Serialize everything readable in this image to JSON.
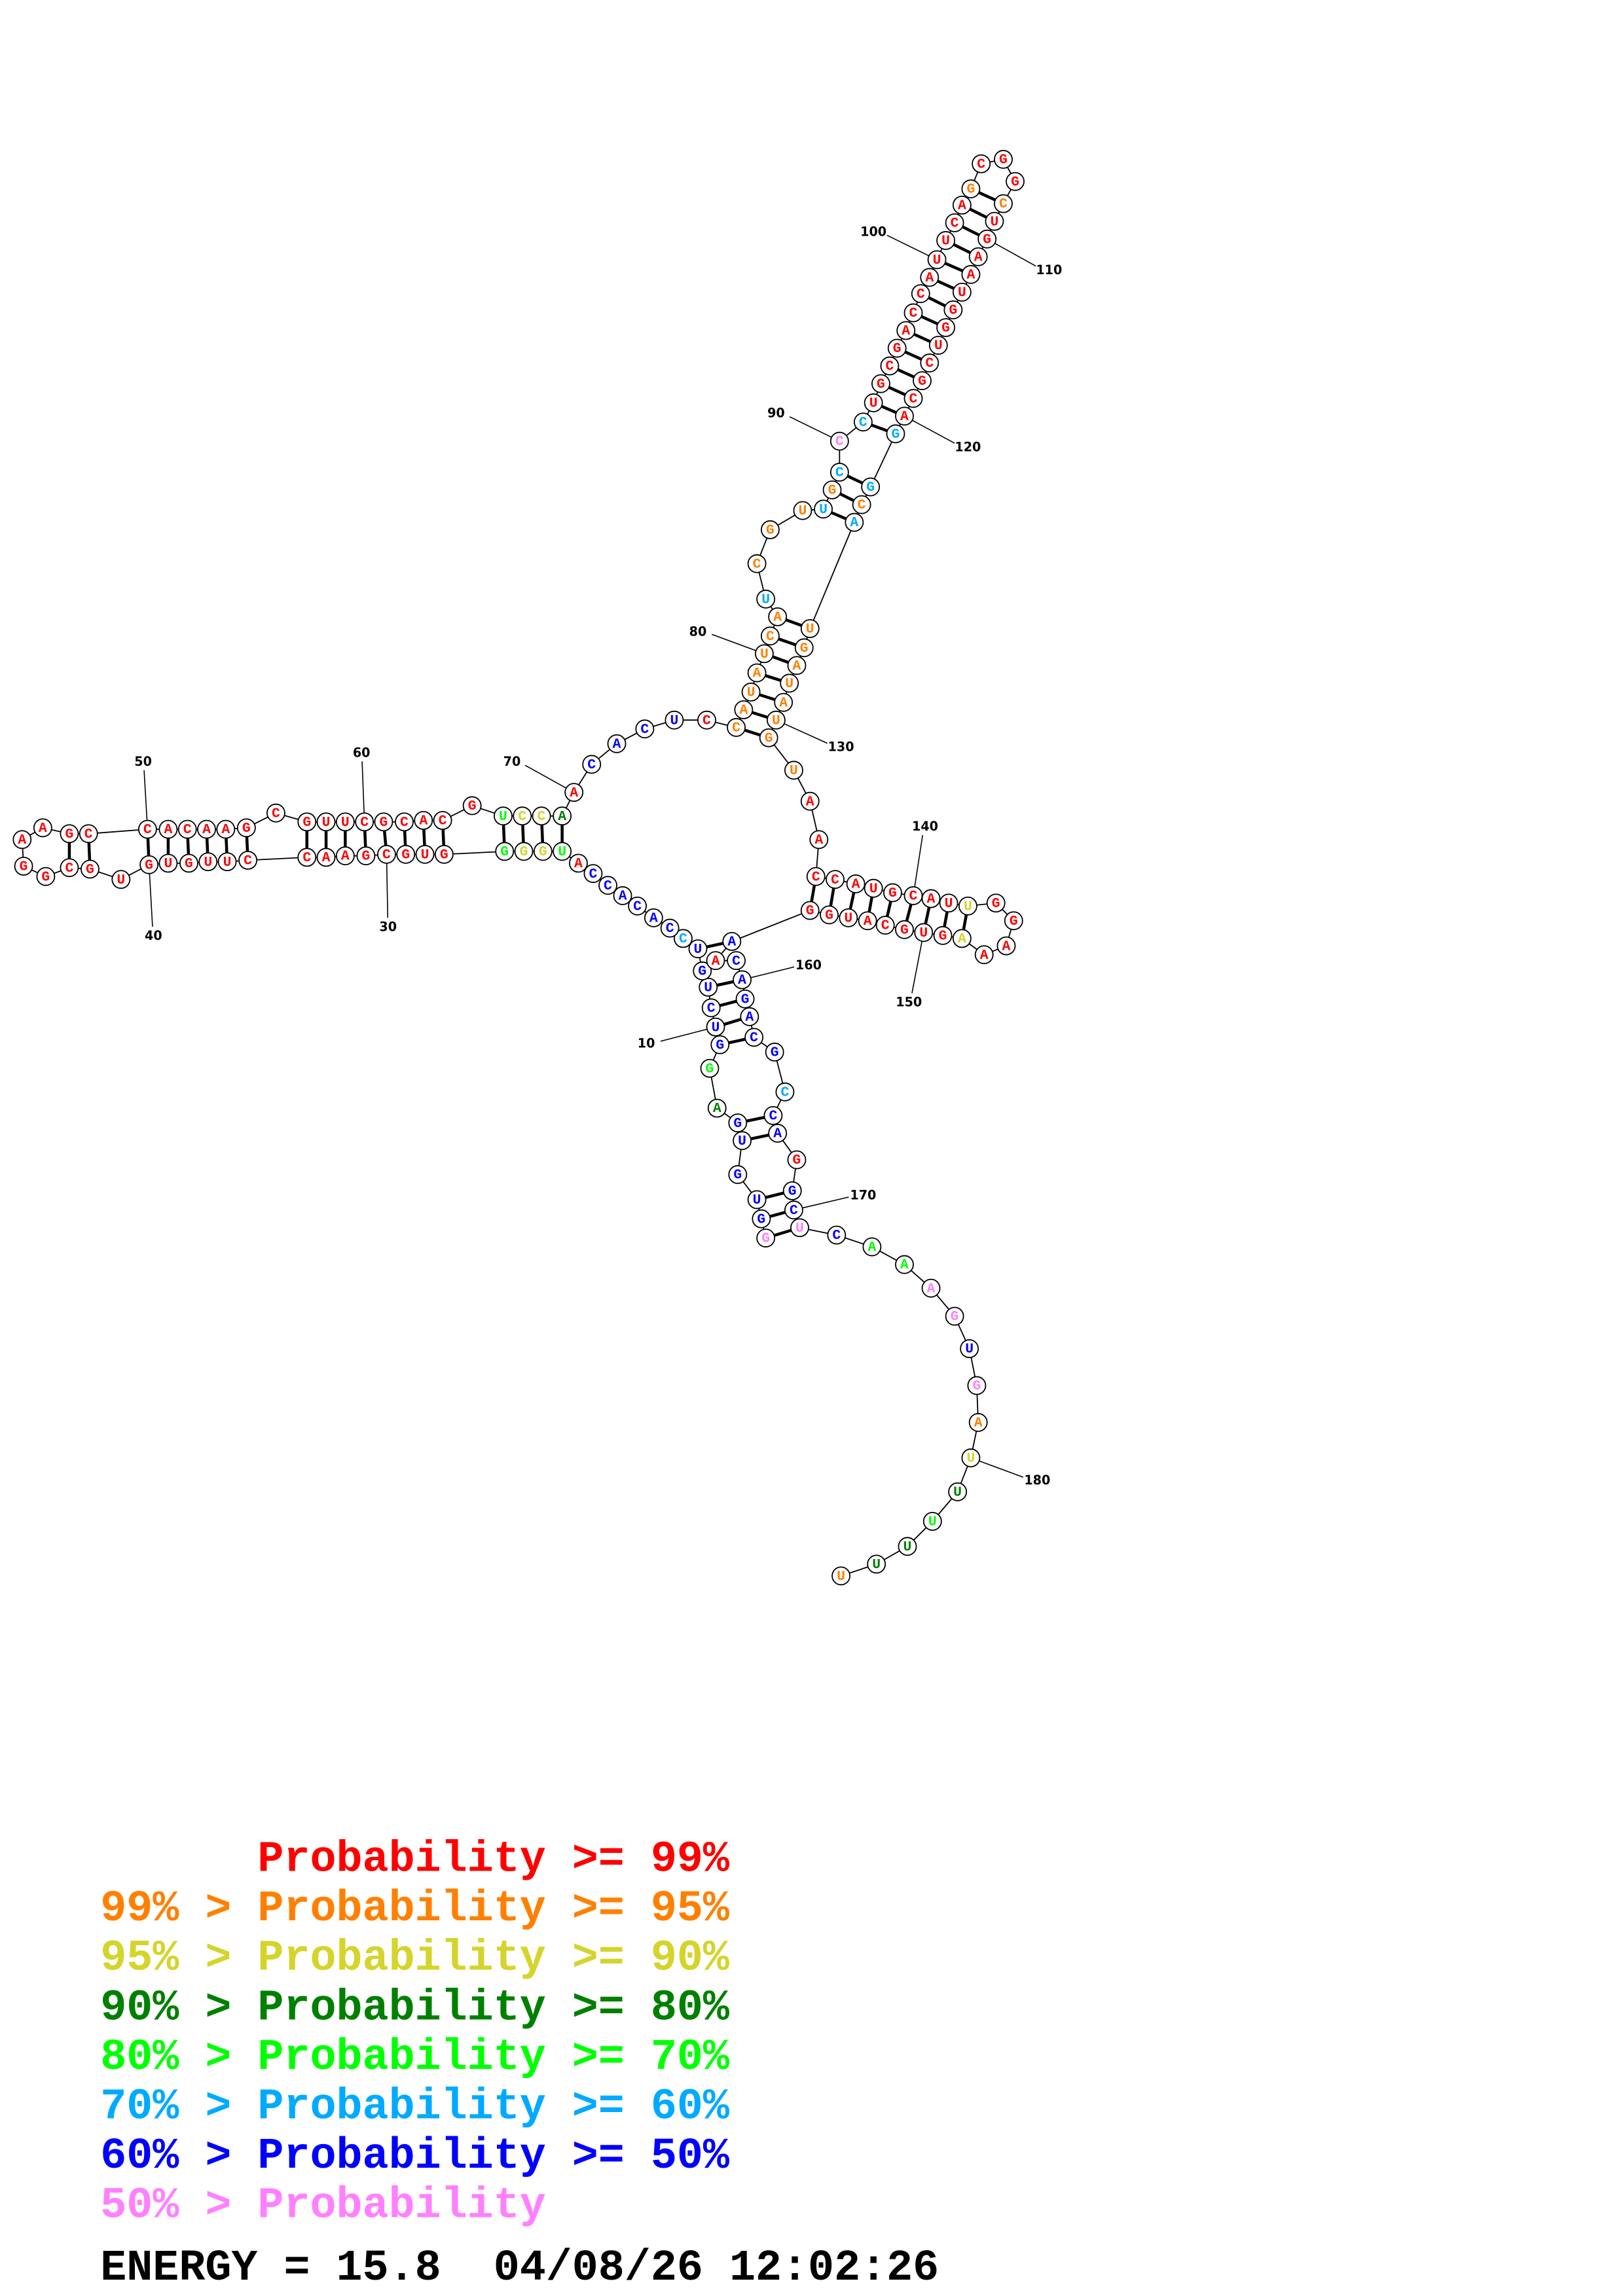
{
  "structure": {
    "sequence": [
      "G",
      "G",
      "U",
      "G",
      "U",
      "G",
      "A",
      "G",
      "G",
      "U",
      "C",
      "U",
      "G",
      "U",
      "C",
      "C",
      "A",
      "C",
      "A",
      "C",
      "C",
      "A",
      "U",
      "G",
      "G",
      "G",
      "G",
      "U",
      "G",
      "C",
      "G",
      "A",
      "A",
      "C",
      "C",
      "U",
      "U",
      "G",
      "U",
      "G",
      "U",
      "G",
      "C",
      "G",
      "G",
      "A",
      "A",
      "G",
      "C",
      "C",
      "A",
      "C",
      "A",
      "A",
      "G",
      "C",
      "G",
      "U",
      "U",
      "C",
      "G",
      "C",
      "A",
      "C",
      "G",
      "U",
      "C",
      "C",
      "A",
      "A",
      "C",
      "A",
      "C",
      "U",
      "C",
      "C",
      "A",
      "U",
      "A",
      "U",
      "C",
      "A",
      "U",
      "C",
      "G",
      "U",
      "U",
      "G",
      "C",
      "C",
      "C",
      "U",
      "G",
      "C",
      "G",
      "A",
      "C",
      "C",
      "A",
      "U",
      "U",
      "C",
      "A",
      "G",
      "C",
      "G",
      "G",
      "C",
      "U",
      "G",
      "A",
      "A",
      "U",
      "G",
      "G",
      "U",
      "C",
      "G",
      "C",
      "A",
      "G",
      "G",
      "C",
      "A",
      "U",
      "G",
      "A",
      "U",
      "A",
      "U",
      "G",
      "U",
      "A",
      "A",
      "C",
      "C",
      "A",
      "U",
      "G",
      "C",
      "A",
      "U",
      "U",
      "G",
      "G",
      "A",
      "A",
      "A",
      "G",
      "U",
      "G",
      "C",
      "A",
      "U",
      "G",
      "G",
      "A",
      "A",
      "C",
      "A",
      "G",
      "A",
      "C",
      "G",
      "C",
      "C",
      "A",
      "G",
      "G",
      "C",
      "U",
      "C",
      "A",
      "A",
      "A",
      "G",
      "U",
      "G",
      "A",
      "U",
      "U",
      "U",
      "U",
      "U",
      "U"
    ],
    "probability_class": [
      "p",
      "b",
      "b",
      "b",
      "b",
      "b",
      "d",
      "g",
      "b",
      "b",
      "b",
      "b",
      "b",
      "b",
      "c",
      "b",
      "b",
      "b",
      "b",
      "b",
      "b",
      "r",
      "g",
      "y",
      "y",
      "g",
      "r",
      "r",
      "r",
      "r",
      "r",
      "r",
      "r",
      "r",
      "r",
      "r",
      "r",
      "r",
      "r",
      "r",
      "r",
      "r",
      "r",
      "r",
      "r",
      "r",
      "r",
      "r",
      "r",
      "r",
      "r",
      "r",
      "r",
      "r",
      "r",
      "r",
      "r",
      "r",
      "r",
      "r",
      "r",
      "r",
      "r",
      "r",
      "r",
      "g",
      "y",
      "y",
      "d",
      "r",
      "b",
      "b",
      "b",
      "b",
      "r",
      "o",
      "o",
      "o",
      "o",
      "o",
      "o",
      "o",
      "c",
      "o",
      "o",
      "o",
      "c",
      "o",
      "c",
      "p",
      "c",
      "r",
      "r",
      "r",
      "r",
      "r",
      "r",
      "r",
      "r",
      "r",
      "r",
      "r",
      "r",
      "o",
      "r",
      "r",
      "r",
      "o",
      "r",
      "r",
      "r",
      "r",
      "r",
      "r",
      "r",
      "r",
      "r",
      "r",
      "r",
      "r",
      "c",
      "c",
      "o",
      "c",
      "o",
      "o",
      "o",
      "o",
      "o",
      "o",
      "o",
      "o",
      "r",
      "r",
      "r",
      "r",
      "r",
      "r",
      "r",
      "r",
      "r",
      "r",
      "y",
      "r",
      "r",
      "r",
      "r",
      "y",
      "r",
      "r",
      "r",
      "r",
      "r",
      "r",
      "r",
      "r",
      "b",
      "r",
      "b",
      "b",
      "b",
      "b",
      "b",
      "b",
      "c",
      "b",
      "b",
      "r",
      "b",
      "b",
      "p",
      "b",
      "g",
      "g",
      "p",
      "p",
      "b",
      "p",
      "o",
      "y",
      "d",
      "g",
      "d",
      "d",
      "o"
    ],
    "pairs": [
      [
        1,
        171
      ],
      [
        2,
        170
      ],
      [
        3,
        169
      ],
      [
        5,
        167
      ],
      [
        6,
        166
      ],
      [
        9,
        163
      ],
      [
        10,
        162
      ],
      [
        11,
        161
      ],
      [
        12,
        160
      ],
      [
        14,
        157
      ],
      [
        23,
        69
      ],
      [
        24,
        68
      ],
      [
        25,
        67
      ],
      [
        26,
        66
      ],
      [
        27,
        64
      ],
      [
        28,
        63
      ],
      [
        29,
        62
      ],
      [
        30,
        61
      ],
      [
        31,
        60
      ],
      [
        32,
        59
      ],
      [
        33,
        58
      ],
      [
        34,
        57
      ],
      [
        35,
        55
      ],
      [
        36,
        54
      ],
      [
        37,
        53
      ],
      [
        38,
        52
      ],
      [
        39,
        51
      ],
      [
        40,
        50
      ],
      [
        42,
        49
      ],
      [
        43,
        48
      ],
      [
        76,
        131
      ],
      [
        77,
        130
      ],
      [
        78,
        129
      ],
      [
        79,
        128
      ],
      [
        80,
        127
      ],
      [
        81,
        126
      ],
      [
        82,
        125
      ],
      [
        87,
        124
      ],
      [
        88,
        123
      ],
      [
        89,
        122
      ],
      [
        91,
        121
      ],
      [
        92,
        120
      ],
      [
        93,
        119
      ],
      [
        94,
        118
      ],
      [
        95,
        117
      ],
      [
        96,
        116
      ],
      [
        97,
        115
      ],
      [
        98,
        114
      ],
      [
        99,
        113
      ],
      [
        100,
        112
      ],
      [
        101,
        111
      ],
      [
        102,
        110
      ],
      [
        103,
        109
      ],
      [
        104,
        108
      ],
      [
        135,
        156
      ],
      [
        136,
        155
      ],
      [
        137,
        154
      ],
      [
        138,
        153
      ],
      [
        139,
        152
      ],
      [
        140,
        151
      ],
      [
        141,
        150
      ],
      [
        142,
        149
      ],
      [
        143,
        148
      ]
    ],
    "position_labels": [
      "10",
      "30",
      "40",
      "50",
      "60",
      "70",
      "80",
      "90",
      "100",
      "110",
      "120",
      "130",
      "140",
      "150",
      "160",
      "170",
      "180"
    ]
  },
  "colors": {
    "r": "#ff0000",
    "o": "#ff8000",
    "y": "#d4d42c",
    "d": "#008000",
    "g": "#00ff00",
    "c": "#00aaff",
    "b": "#0000ff",
    "p": "#ff80ff"
  },
  "legend": [
    {
      "text": "      Probability >= 99%",
      "class": "r"
    },
    {
      "text": "99% > Probability >= 95%",
      "class": "o"
    },
    {
      "text": "95% > Probability >= 90%",
      "class": "y"
    },
    {
      "text": "90% > Probability >= 80%",
      "class": "d"
    },
    {
      "text": "80% > Probability >= 70%",
      "class": "g"
    },
    {
      "text": "70% > Probability >= 60%",
      "class": "c"
    },
    {
      "text": "60% > Probability >= 50%",
      "class": "b"
    },
    {
      "text": "50% > Probability",
      "class": "p"
    }
  ],
  "footer": {
    "energy": "ENERGY = 15.8  04/08/26 12:02:26"
  }
}
